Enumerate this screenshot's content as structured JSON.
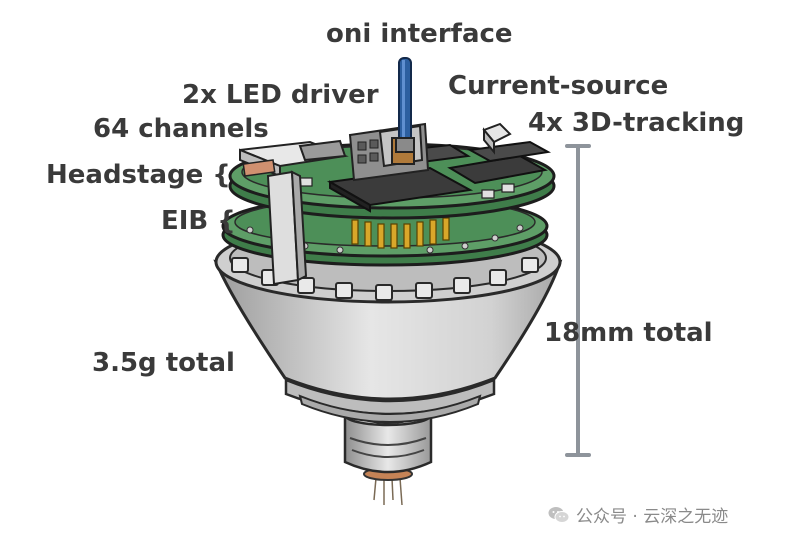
{
  "labels": {
    "oni_interface": "oni interface",
    "led_driver": "2x LED driver",
    "current_source": "Current-source",
    "channels": "64 channels",
    "tracking": "4x 3D-tracking",
    "headstage": "Headstage {",
    "eib": "EIB {",
    "height": "18mm total",
    "weight": "3.5g total"
  },
  "watermark": {
    "text": "公众号 · 云深之无迹",
    "icon": "wechat-icon"
  },
  "colors": {
    "pcb_green": "#4d8f58",
    "cone_gray": "#d9d9d9",
    "tether_blue": "#2c5fa0",
    "gold_pins": "#d9a72a",
    "text": "#3a3a3a"
  }
}
